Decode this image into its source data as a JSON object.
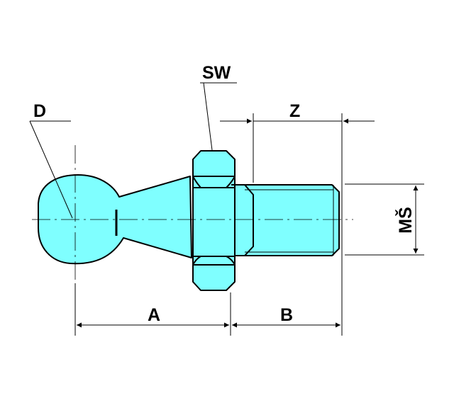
{
  "drawing": {
    "labels": {
      "d": "D",
      "sw": "SW",
      "z": "Z",
      "ms": "MŠ",
      "a": "A",
      "b": "B"
    },
    "colors": {
      "part_fill": "#7fffff",
      "outline": "#000000",
      "background": "#ffffff"
    }
  }
}
